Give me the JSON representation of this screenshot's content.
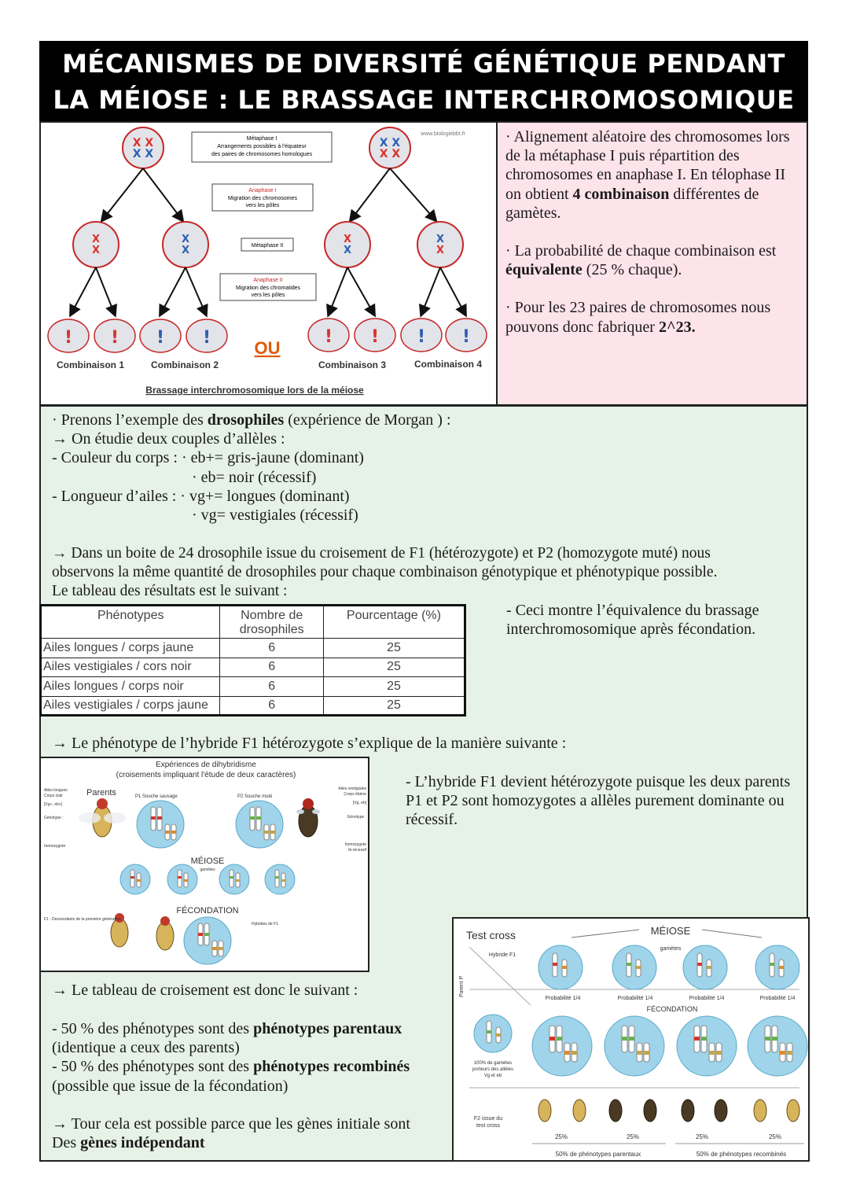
{
  "title": {
    "line1": "MÉCANISMES DE DIVERSITÉ GÉNÉTIQUE PENDANT",
    "line2": "LA MÉIOSE : LE BRASSAGE INTERCHROMOSOMIQUE"
  },
  "meiosis_figure": {
    "site": "www.biologiebbt.fr",
    "metaphase1": [
      "Métaphase I",
      "Arrangements possibles à l'équateur",
      "des paires de chromosomes homologues"
    ],
    "anaphase1": [
      "Anaphase I",
      "Migration des chromosomes",
      "vers les pôles"
    ],
    "metaphase2": "Métaphase II",
    "anaphase2": [
      "Anaphase II",
      "Migration des chromatides",
      "vers les pôles"
    ],
    "ou": "OU",
    "combinations": [
      "Combinaison 1",
      "Combinaison 2",
      "Combinaison 3",
      "Combinaison 4"
    ],
    "caption": "Brassage interchromosomique lors de la méiose",
    "colors": {
      "red": "#d9332b",
      "blue": "#2f5fb3",
      "cell": "#e2e4ea"
    }
  },
  "pink_text": {
    "p1_a": "· Alignement aléatoire des chromosomes lors de la métaphase I puis répartition des chromosomes en anaphase I. En télophase II on obtient ",
    "p1_b": "4 combinaison",
    "p1_c": " différentes de gamètes.",
    "p2_a": "· La probabilité de chaque combinaison est ",
    "p2_b": "équivalente",
    "p2_c": " (25 % chaque).",
    "p3_a": "· Pour les 23 paires de chromosomes nous pouvons donc fabriquer ",
    "p3_b": "2^23."
  },
  "intro": {
    "l1_a": "· Prenons l’exemple des ",
    "l1_b": "drosophiles",
    "l1_c": " (expérience de Morgan ) :",
    "l2": "→ On étudie deux couples d’allèles :",
    "l3": "- Couleur du corps : · eb+= gris-jaune (dominant)",
    "l4": "· eb= noir (récessif)",
    "l5": "- Longueur d’ailes : · vg+= longues (dominant)",
    "l6": "· vg= vestigiales (récessif)"
  },
  "box_text": {
    "l1": "→ Dans un boite de 24 drosophile issue du croisement de F1 (hétérozygote)  et P2 (homozygote muté) nous",
    "l2": "observons la même quantité de drosophiles pour chaque combinaison génotypique et phénotypique possible.",
    "l3": "Le tableau des résultats est le suivant :"
  },
  "results_table": {
    "headers": [
      "Phénotypes",
      "Nombre de drosophiles",
      "Pourcentage (%)"
    ],
    "rows": [
      [
        "Ailes longues / corps jaune",
        "6",
        "25"
      ],
      [
        "Ailes vestigiales / cors noir",
        "6",
        "25"
      ],
      [
        "Ailes longues / corps noir",
        "6",
        "25"
      ],
      [
        "Ailes vestigiales / corps jaune",
        "6",
        "25"
      ]
    ]
  },
  "equivalence": "- Ceci montre l’équivalence du brassage interchromosomique après fécondation.",
  "hybrid_intro": "→ Le phénotype de l’hybride F1 hétérozygote s’explique de la manière suivante :",
  "dihybrid_figure": {
    "title1": "Expériences de dihybridisme",
    "title2": "(croisements impliquant l'étude de deux caractères)",
    "parents": "Parents",
    "p1": "P1 Souche sauvage",
    "p2": "P2 Souche muté",
    "meiose": "MÉIOSE",
    "gametes": "gamètes",
    "fecondation": "FÉCONDATION",
    "f1": "F1 : Descendants de la première génération",
    "hybrides": "Hybrides de F1",
    "left_notes": [
      "Ailes longues",
      "Corps clair",
      "[Vg+, eb+]",
      "Génotype :",
      "homozygote"
    ],
    "right_notes": [
      "Ailes vestigiales",
      "Corps ébène",
      "[Vg, eb]",
      "Génotype :",
      "homozygote",
      "bi-récessif"
    ]
  },
  "hybrid_explain": "- L’hybride F1 devient hétérozygote puisque les deux parents P1 et P2 sont homozygotes a allèles purement dominante ou récessif.",
  "cross_table_intro": "→ Le tableau de croisement est donc le suivant :",
  "conclusions": {
    "c1_a": "- 50 % des phénotypes sont des ",
    "c1_b": "phénotypes parentaux",
    "c1_c": "(identique a ceux des parents)",
    "c2_a": "- 50 % des phénotypes sont des ",
    "c2_b": "phénotypes recombinés",
    "c2_c": "(possible que issue de la fécondation)",
    "c3_a": "→ Tour cela est possible parce que les gènes initiale sont",
    "c3_b": "Des ",
    "c3_c": "gènes indépendant"
  },
  "testcross_figure": {
    "title": "Test cross",
    "meiose": "MÉIOSE",
    "gametes": "gamètes",
    "fecondation": "FÉCONDATION",
    "hybride": "Hybride F1",
    "parent": "Parent P",
    "prob": [
      "Probabilité 1/4",
      "Probabilité 1/4",
      "Probabilité 1/4",
      "Probabilité 1/4"
    ],
    "left_note": [
      "100% de gamètes",
      "porteurs des allèles",
      "Vg et eb"
    ],
    "f2": [
      "F2 issue du",
      "test cross"
    ],
    "percents": [
      "25%",
      "25%",
      "25%",
      "25%"
    ],
    "bottom": [
      "50% de phénotypes parentaux",
      "50% de phénotypes recombinés"
    ]
  }
}
